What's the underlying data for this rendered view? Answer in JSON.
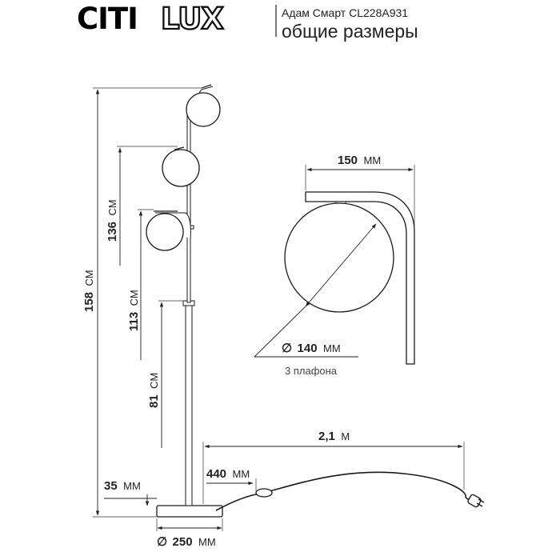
{
  "header": {
    "brand_bold": "CITI",
    "brand_outline": "LUX",
    "model": "Адам Смарт CL228A931",
    "subtitle": "общие размеры"
  },
  "dimensions": {
    "overall_height": {
      "value": "158",
      "unit": "СМ"
    },
    "top_shade_height": {
      "value": "136",
      "unit": "СМ"
    },
    "middle_shade_height": {
      "value": "113",
      "unit": "СМ"
    },
    "lower_height": {
      "value": "81",
      "unit": "СМ"
    },
    "base_height": {
      "value": "35",
      "unit": "ММ"
    },
    "base_diameter": {
      "symbol": "∅",
      "value": "250",
      "unit": "ММ"
    },
    "switch_distance": {
      "value": "440",
      "unit": "ММ"
    },
    "cable_length": {
      "value": "2,1",
      "unit": "М"
    },
    "arm_width": {
      "value": "150",
      "unit": "ММ"
    },
    "shade_diameter": {
      "symbol": "∅",
      "value": "140",
      "unit": "ММ"
    }
  },
  "notes": {
    "shade_count": "3 плафона"
  }
}
